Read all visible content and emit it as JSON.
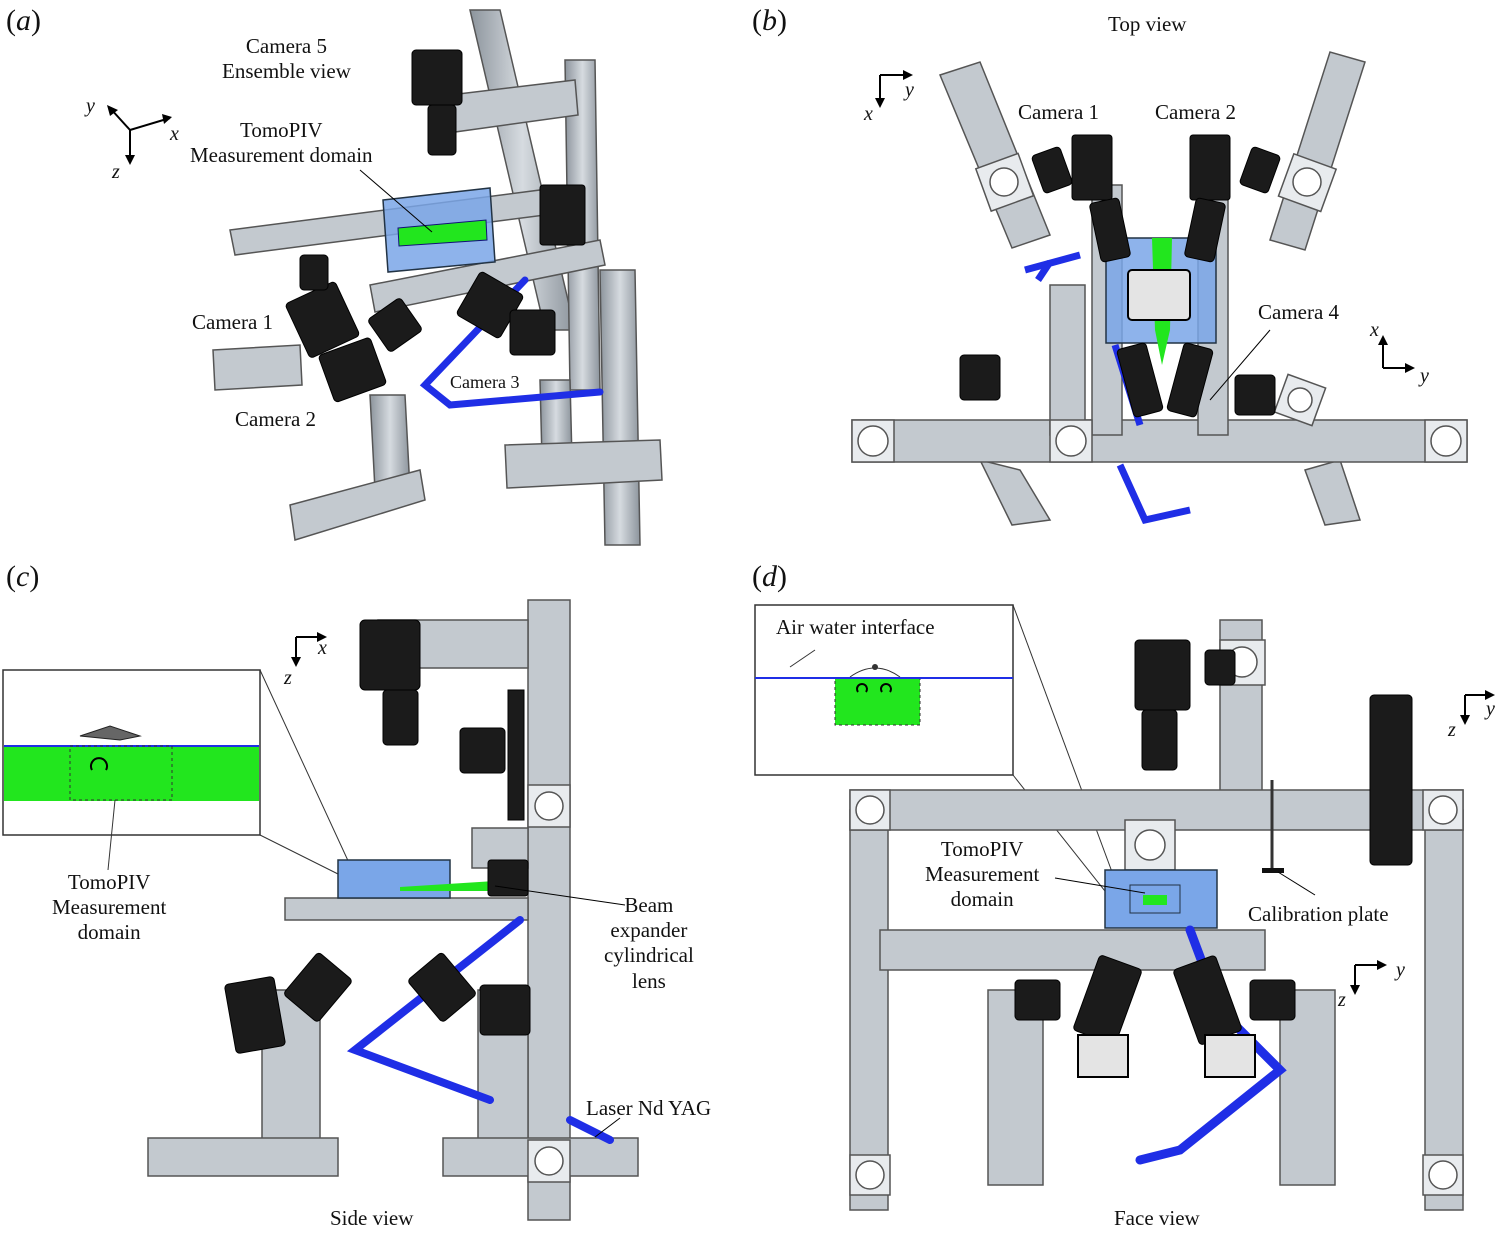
{
  "panels": {
    "a": {
      "letter_open": "(",
      "letter": "a",
      "letter_close": ")",
      "camera5": [
        "Camera 5",
        "Ensemble view"
      ],
      "tomo": [
        "TomoPIV",
        "Measurement domain"
      ],
      "camera1": "Camera 1",
      "camera2": "Camera 2",
      "camera3": "Camera 3",
      "axes": {
        "x": "x",
        "y": "y",
        "z": "z"
      }
    },
    "b": {
      "letter_open": "(",
      "letter": "b",
      "letter_close": ")",
      "title": "Top view",
      "camera1": "Camera 1",
      "camera2": "Camera 2",
      "camera4": "Camera 4",
      "axes_top": {
        "x": "x",
        "y": "y"
      },
      "axes_right": {
        "x": "x",
        "y": "y"
      }
    },
    "c": {
      "letter_open": "(",
      "letter": "c",
      "letter_close": ")",
      "title": "Side view",
      "tomo": [
        "TomoPIV",
        "Measurement",
        "domain"
      ],
      "beam": [
        "Beam",
        "expander",
        "cylindrical",
        "lens"
      ],
      "laser": "Laser Nd YAG",
      "axes": {
        "x": "x",
        "z": "z"
      }
    },
    "d": {
      "letter_open": "(",
      "letter": "d",
      "letter_close": ")",
      "title": "Face view",
      "interface": "Air water interface",
      "tomo": [
        "TomoPIV",
        "Measurement",
        "domain"
      ],
      "calib": "Calibration plate",
      "axes_top": {
        "y": "y",
        "z": "z"
      },
      "axes_mid": {
        "y": "y",
        "z": "z"
      }
    }
  },
  "colors": {
    "frame": "#b9c0c8",
    "frame_dark": "#6f7780",
    "laser": "#1f2ee6",
    "water": "#22e61e",
    "tank": "#7aa6e8",
    "camera": "#1b1b1b"
  }
}
